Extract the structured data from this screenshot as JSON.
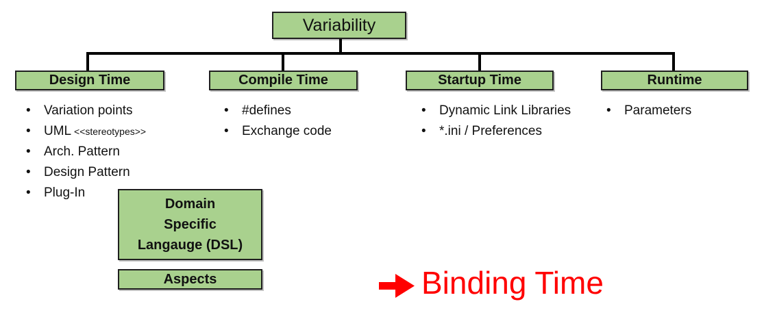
{
  "variability": {
    "label": "Variability"
  },
  "columns": [
    {
      "header": "Design Time",
      "items": [
        {
          "text": "Variation points"
        },
        {
          "text": "UML",
          "small": "<<stereotypes>>"
        },
        {
          "text": "Arch. Pattern"
        },
        {
          "text": "Design Pattern"
        },
        {
          "text": "Plug-In"
        }
      ]
    },
    {
      "header": "Compile Time",
      "items": [
        {
          "text": "#defines"
        },
        {
          "text": "Exchange code"
        }
      ]
    },
    {
      "header": "Startup Time",
      "items": [
        {
          "text": "Dynamic Link Libraries"
        },
        {
          "text": "*.ini / Preferences"
        }
      ]
    },
    {
      "header": "Runtime",
      "items": [
        {
          "text": "Parameters"
        }
      ]
    }
  ],
  "dsl_box": {
    "lines": [
      "Domain",
      "Specific",
      "Langauge (DSL)"
    ]
  },
  "aspects_box": {
    "label": "Aspects"
  },
  "annotation": {
    "label": "Binding Time",
    "arrow_icon": "right-arrow-icon"
  },
  "colors": {
    "box_fill": "#a9d18e",
    "box_border": "#1f1f1f",
    "connector": "#000000",
    "annotation_red": "#ff0000"
  }
}
